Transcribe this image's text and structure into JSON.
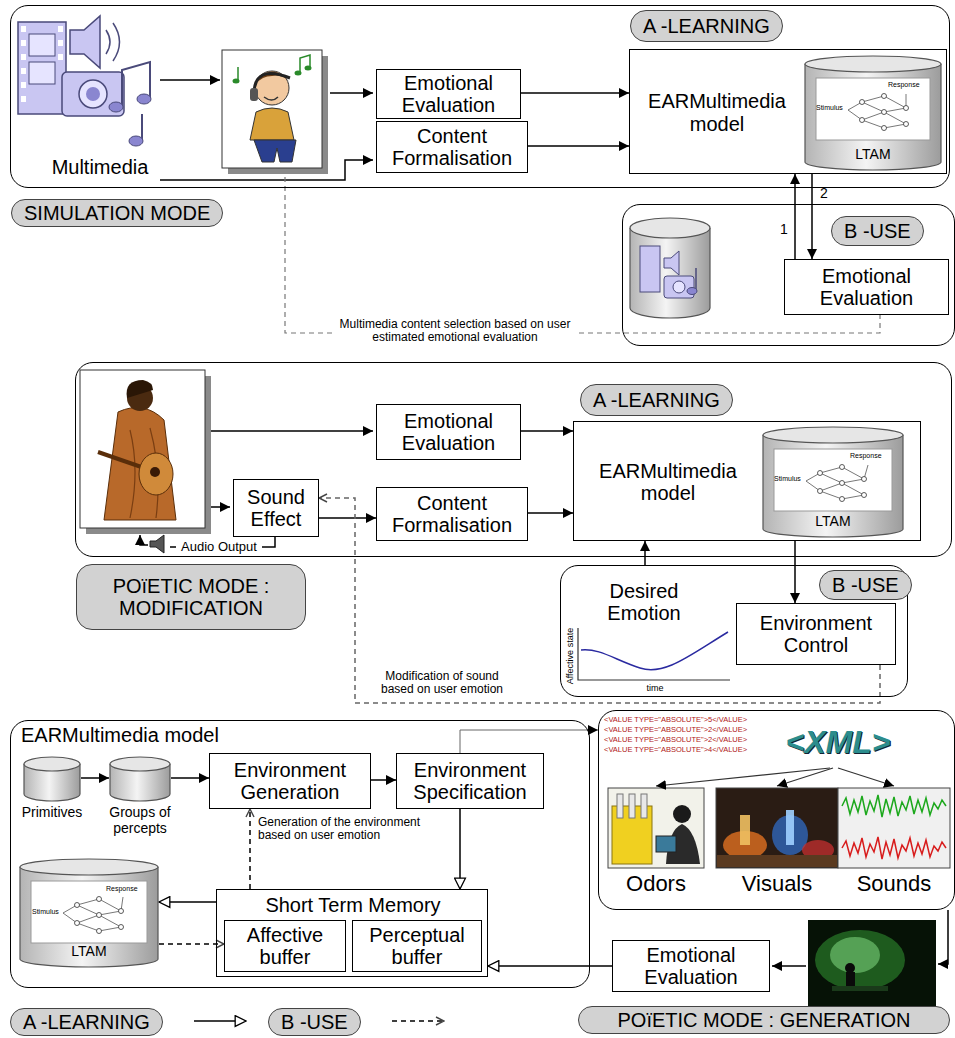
{
  "diagram": {
    "nodes": [
      {
        "text": [
          "SIMULATION MODE"
        ]
      },
      {
        "text": [
          "Emotional Evaluation"
        ],
        "in": 0
      },
      {
        "text": [
          "Content Formalisation"
        ],
        "in": 0
      },
      {
        "text": [
          "A -LEARNING",
          "EARMultimedia model"
        ],
        "in": 0
      },
      {
        "text": [
          "LTAM"
        ],
        "in": 3
      },
      {
        "text": [
          "B -USE"
        ]
      },
      {
        "text": [
          "Emotional Evaluation"
        ],
        "in": 5
      },
      {
        "text": [
          "POïETIC MODE : MODIFICATION"
        ]
      },
      {
        "text": [
          "Emotional Evaluation"
        ],
        "in": 7
      },
      {
        "text": [
          "Sound Effect"
        ],
        "in": 7
      },
      {
        "text": [
          "Content Formalisation"
        ],
        "in": 7
      },
      {
        "text": [
          "A -LEARNING",
          "EARMultimedia model"
        ],
        "in": 7
      },
      {
        "text": [
          "LTAM"
        ],
        "in": 11
      },
      {
        "text": [
          "B -USE"
        ]
      },
      {
        "text": [
          "Environment Control"
        ],
        "in": 13
      },
      {
        "text": [
          "EARMultimedia model"
        ]
      },
      {
        "text": [
          "Primitives"
        ],
        "in": 15
      },
      {
        "text": [
          "Groups of percepts"
        ],
        "in": 15
      },
      {
        "text": [
          "Environment Generation"
        ],
        "in": 15
      },
      {
        "text": [
          "Environment Specification"
        ],
        "in": 15
      },
      {
        "text": [
          "LTAM"
        ],
        "in": 15
      },
      {
        "text": [
          "Short Term Memory"
        ],
        "in": 15
      },
      {
        "text": [
          "Affective buffer"
        ],
        "in": 21
      },
      {
        "text": [
          "Perceptual buffer"
        ],
        "in": 21
      },
      {
        "text": [
          "<XML>"
        ]
      },
      {
        "text": [
          "Emotional Evaluation"
        ]
      },
      {
        "text": [
          "POïETIC MODE : GENERATION"
        ]
      }
    ],
    "edges": [
      {
        "from": 1,
        "to": 3,
        "arrow": "to"
      },
      {
        "from": 2,
        "to": 3,
        "arrow": "to"
      },
      {
        "from": 6,
        "to": 3,
        "arrow": "to",
        "label": "1"
      },
      {
        "from": 3,
        "to": 6,
        "arrow": "to",
        "label": "2"
      },
      {
        "from": 9,
        "to": 10,
        "arrow": "to"
      },
      {
        "from": 8,
        "to": 11,
        "arrow": "to"
      },
      {
        "from": 10,
        "to": 11,
        "arrow": "to"
      },
      {
        "from": 13,
        "to": 11,
        "arrow": "to"
      },
      {
        "from": 11,
        "to": 14,
        "arrow": "to"
      },
      {
        "from": 14,
        "to": 9,
        "arrow": "to",
        "label": "Modification of sound based on user emotion"
      },
      {
        "from": 16,
        "to": 17,
        "arrow": "to"
      },
      {
        "from": 17,
        "to": 18,
        "arrow": "to"
      },
      {
        "from": 18,
        "to": 19,
        "arrow": "to"
      },
      {
        "from": 19,
        "to": 24,
        "arrow": "to"
      },
      {
        "from": 19,
        "to": 21,
        "arrow": "to"
      },
      {
        "from": 21,
        "to": 18,
        "arrow": "to",
        "label": "Generation of the environment based on user emotion"
      },
      {
        "from": 21,
        "to": 20,
        "arrow": "to"
      },
      {
        "from": 20,
        "to": 22,
        "arrow": "to"
      },
      {
        "from": 25,
        "to": 21,
        "arrow": "to"
      }
    ],
    "labels": [
      "Multimedia",
      "Stimulus",
      "Response",
      "Multimedia content selection based on user estimated emotional evaluation",
      "Audio Output",
      "Stimulus",
      "Response",
      "Desired Emotion",
      "Affective state",
      "time",
      "<VALUE TYPE=\"ABSOLUTE\">5</VALUE>",
      "<VALUE TYPE=\"ABSOLUTE\">2</VALUE>",
      "<VALUE TYPE=\"ABSOLUTE\">2</VALUE>",
      "<VALUE TYPE=\"ABSOLUTE\">4</VALUE>",
      "Odors",
      "Visuals",
      "Sounds",
      "Stimulus",
      "Response"
    ],
    "legend": [
      {
        "text": "A -LEARNING"
      },
      {
        "text": "B -USE"
      }
    ]
  }
}
